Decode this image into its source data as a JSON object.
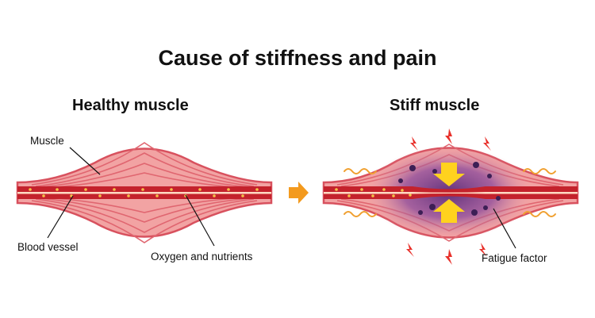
{
  "title": "Cause of stiffness and pain",
  "panels": {
    "healthy": {
      "heading": "Healthy muscle",
      "labels": {
        "muscle": "Muscle",
        "blood_vessel": "Blood vessel",
        "oxygen": "Oxygen and nutrients"
      }
    },
    "stiff": {
      "heading": "Stiff muscle",
      "labels": {
        "fatigue": "Fatigue factor"
      }
    }
  },
  "colors": {
    "muscle_fill": "#f2a3a3",
    "muscle_line": "#d8515e",
    "vessel": "#c4222c",
    "nutrient": "#f5c24a",
    "arrow": "#f39a1e",
    "press_arrow": "#ffd21e",
    "fatigue_purple": "#6e3b86",
    "bolt": "#e8302a",
    "wave": "#f0a030"
  },
  "icons": [
    "transition-arrow-icon",
    "compression-arrow-icon",
    "pain-bolt-icon",
    "tension-wave-icon",
    "fatigue-particle-icon"
  ]
}
